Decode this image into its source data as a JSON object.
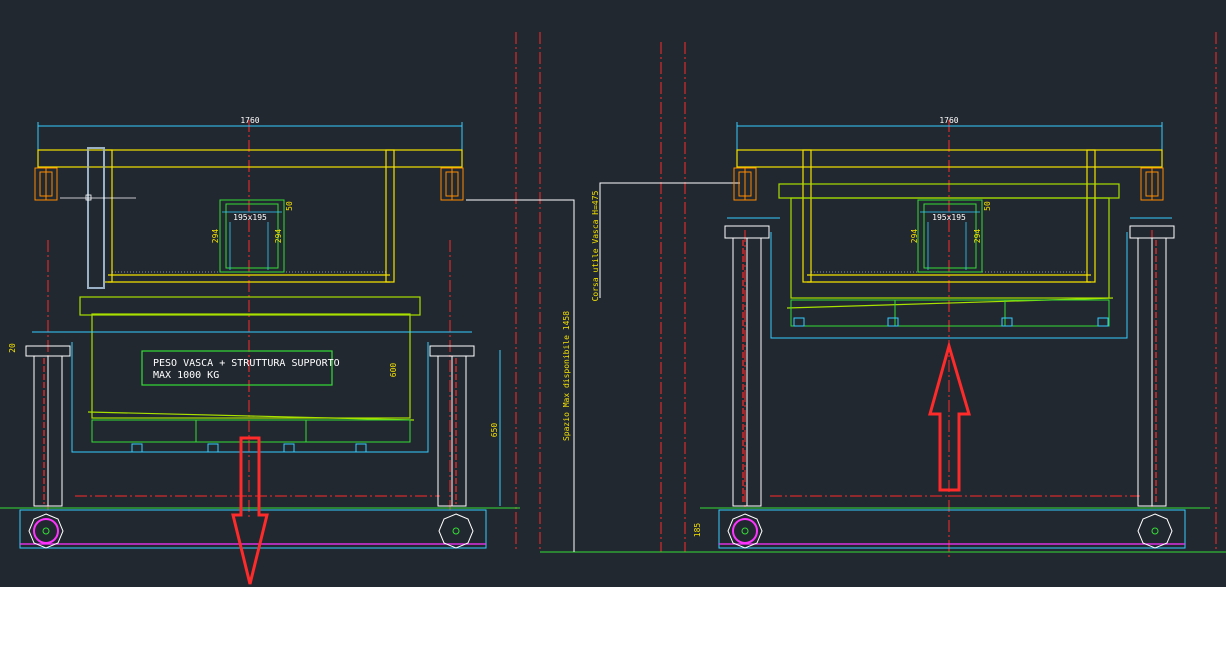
{
  "drawing": {
    "colors": {
      "background": "#212830",
      "frame_yellow": "#f5e200",
      "green": "#33dd33",
      "cyan": "#33ccff",
      "red": "#ff2a2a",
      "orange": "#ff8a00",
      "magenta": "#ff33ff",
      "white": "#ffffff"
    },
    "left_view": {
      "width_dim": "1760",
      "grid_label": "195x195",
      "dim_294_a": "294",
      "dim_294_b": "294",
      "dim_50": "50",
      "dim_20": "20",
      "dim_600": "600",
      "dim_650": "650",
      "note_line1": "PESO VASCA + STRUTTURA SUPPORTO",
      "note_line2": "MAX 1000 KG",
      "arrow": "down-arrow"
    },
    "middle": {
      "stroke_label": "Corsa utile Vasca H=475",
      "space_label": "Spazio Max disponibile 1458"
    },
    "right_view": {
      "width_dim": "1760",
      "grid_label": "195x195",
      "dim_294_a": "294",
      "dim_294_b": "294",
      "dim_50": "50",
      "dim_185": "185",
      "arrow": "up-arrow"
    }
  }
}
